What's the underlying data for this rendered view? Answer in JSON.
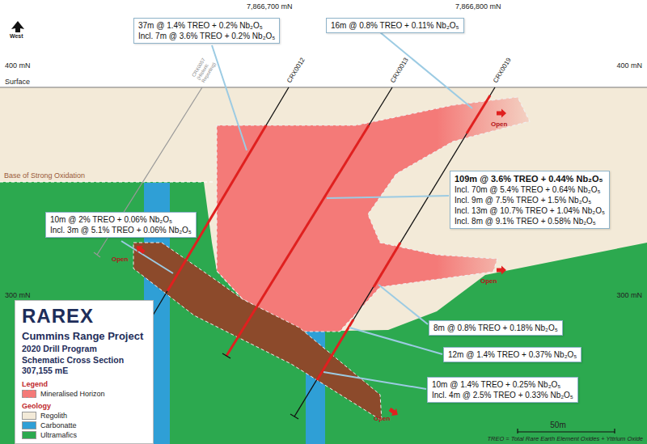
{
  "diagram": {
    "nodes": [
      {
        "text": [
          "37m @ 1.4% TREO + 0.2% Nb₂O₅",
          "Incl. 7m @ 3.6% TREO + 0.2% Nb₂O₅"
        ]
      },
      {
        "text": [
          "16m @ 0.8% TREO + 0.11% Nb₂O₅"
        ]
      },
      {
        "text": [
          "109m @ 3.6% TREO + 0.44% Nb₂O₅",
          "Incl. 70m @ 5.4% TREO + 0.64% Nb₂O₅",
          "Incl. 9m @ 7.5% TREO + 1.5% Nb₂O₅",
          "Incl. 13m @ 10.7% TREO + 1.04% Nb₂O₅",
          "Incl. 8m @ 9.1% TREO + 0.58% Nb₂O₅"
        ]
      },
      {
        "text": [
          "10m @ 2% TREO + 0.06% Nb₂O₅",
          "Incl. 3m @ 5.1% TREO + 0.06% Nb₂O₅"
        ]
      },
      {
        "text": [
          "8m @ 0.8% TREO + 0.18% Nb₂O₅"
        ]
      },
      {
        "text": [
          "12m @ 1.4% TREO + 0.37% Nb₂O₅"
        ]
      },
      {
        "text": [
          "10m @ 1.4% TREO + 0.25% Nb₂O₅",
          "Incl. 4m @ 2.5% TREO + 0.33% Nb₂O₅"
        ]
      },
      {
        "text": [
          "RAREX",
          "Cummins Range Project",
          "2020 Drill Program",
          "Schematic Cross Section",
          "307,155 mE"
        ]
      }
    ],
    "labels": [
      "7,866,700 mN",
      "7,866,800 mN",
      "West",
      "400 mN",
      "400 mN",
      "Surface",
      "Base of Strong Oxidation",
      "CRX0057 (Historic Reporting)",
      "CRX0012",
      "CRX0013",
      "CRX0019",
      "Open",
      "Open",
      "Open",
      "Open",
      "300 mN",
      "300 mN",
      "Legend",
      "Geology",
      "50m",
      "TREO = Total Rare Earth Element Oxides + Yttrium Oxide"
    ],
    "legend": [
      {
        "text": "Mineralised Horizon",
        "color": "#f47a78"
      },
      {
        "text": "Regolith",
        "color": "#f3ead8"
      },
      {
        "text": "Carbonatte",
        "color": "#2f9fd6"
      },
      {
        "text": "Ultramafics",
        "color": "#2ca94f"
      }
    ]
  }
}
